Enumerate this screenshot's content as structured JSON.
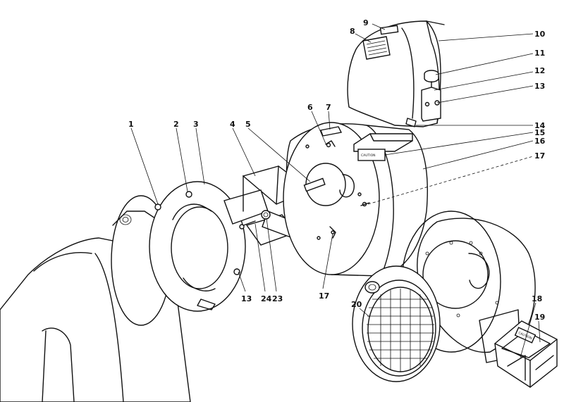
{
  "callouts": [
    "1",
    "2",
    "3",
    "4",
    "5",
    "6",
    "7",
    "8",
    "9",
    "10",
    "11",
    "12",
    "13",
    "14",
    "15",
    "16",
    "17",
    "13",
    "24",
    "23",
    "17",
    "20",
    "18",
    "19"
  ],
  "decal_caution": "CAUTION"
}
